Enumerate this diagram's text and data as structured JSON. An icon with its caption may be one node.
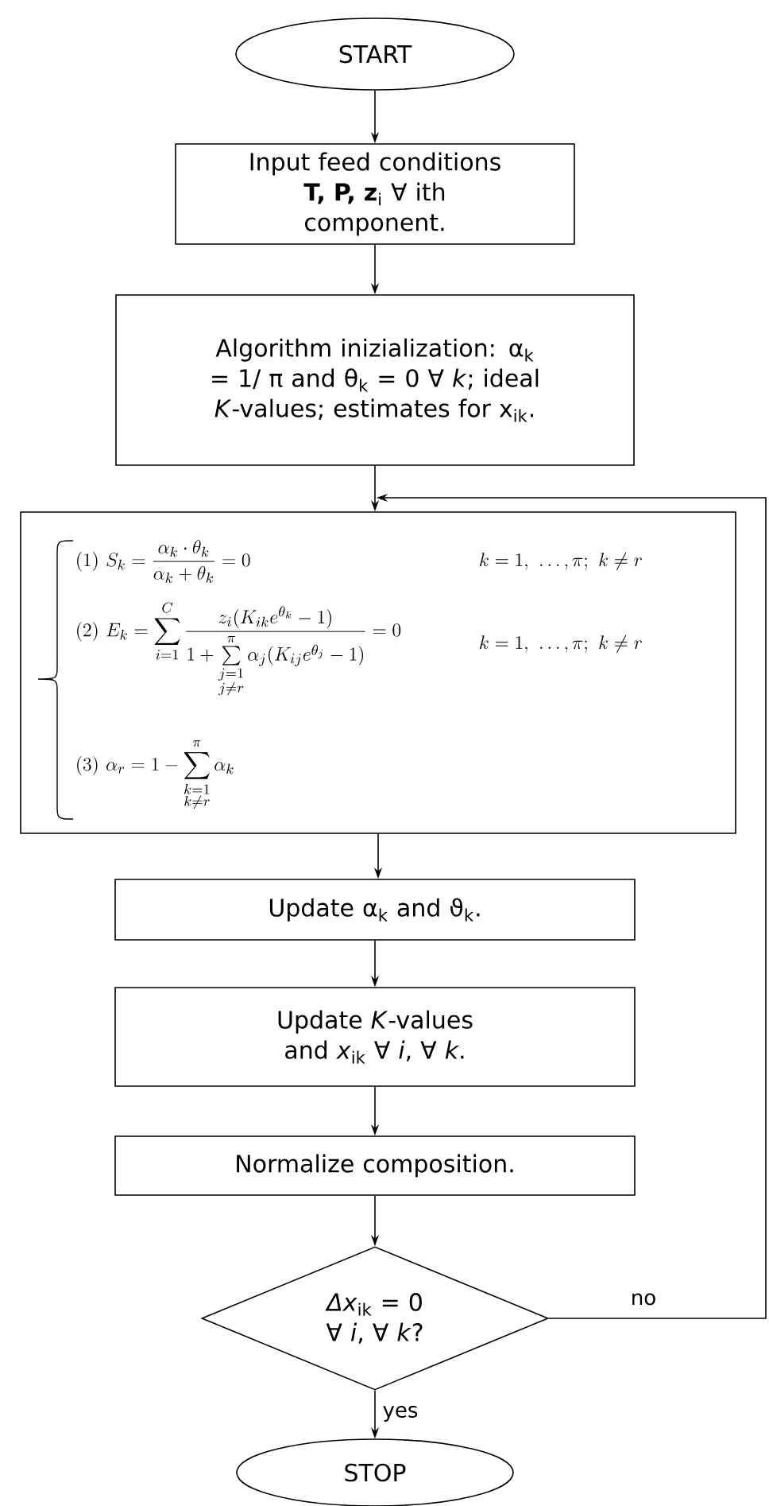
{
  "diagram": {
    "nodes": [
      {
        "text": [
          "START"
        ]
      },
      {
        "text": [
          "Input feed conditions **T, P, z**$_{i}$ ∀ ith component."
        ]
      },
      {
        "text": [
          "Algorithm inizialization: α$_{k}$ = 1/ π and θ$_{k}$ = 0 ∀ *k*; ideal *K*-values; estimates for x$_{ik}$."
        ]
      },
      {
        "text": [
          "(1)\\ S_k=\\frac{\\alpha_k\\cdot\\theta_k}{\\alpha_k+\\theta_k}=0",
          "k=1,\\ \\ldots,\\pi;\\ k\\neq r",
          "(2)\\ E_k=\\sum_{i=1}^{C}\\frac{z_i(K_{ik}e^{\\theta_k}-1)}{1+\\sum\\limits_{\\substack{j=1\\\\ j\\neq r}}^{\\pi}\\alpha_j(K_{ij}e^{\\theta_j}-1)}=0",
          "k=1,\\ \\ldots,\\pi;\\ k\\neq r",
          "(3)\\ \\alpha_r=1-\\sum_{\\substack{k=1\\\\ k\\neq r}}^{\\pi}\\alpha_k"
        ]
      },
      {
        "text": [
          "Update α$_{k}$ and ϑ$_{k}$."
        ]
      },
      {
        "text": [
          "Update *K*-values and *x*$_{ik}$ ∀ *i*, ∀ *k*."
        ]
      },
      {
        "text": [
          "Normalize composition."
        ]
      },
      {
        "text": [
          "*Δx*$_{ik}$ = 0 ∀ *i*, ∀ *k*?"
        ]
      },
      {
        "text": [
          "STOP"
        ]
      }
    ],
    "edges": [
      {
        "from": 0,
        "to": 1,
        "arrow": "to"
      },
      {
        "from": 1,
        "to": 2,
        "arrow": "to"
      },
      {
        "from": 2,
        "to": 3,
        "arrow": "to"
      },
      {
        "from": 3,
        "to": 4,
        "arrow": "to"
      },
      {
        "from": 4,
        "to": 5,
        "arrow": "to"
      },
      {
        "from": 5,
        "to": 6,
        "arrow": "to"
      },
      {
        "from": 6,
        "to": 7,
        "arrow": "to"
      },
      {
        "from": 7,
        "to": 8,
        "arrow": "to",
        "label": "yes"
      },
      {
        "from": 7,
        "to": 3,
        "arrow": "to",
        "label": "no"
      }
    ]
  }
}
